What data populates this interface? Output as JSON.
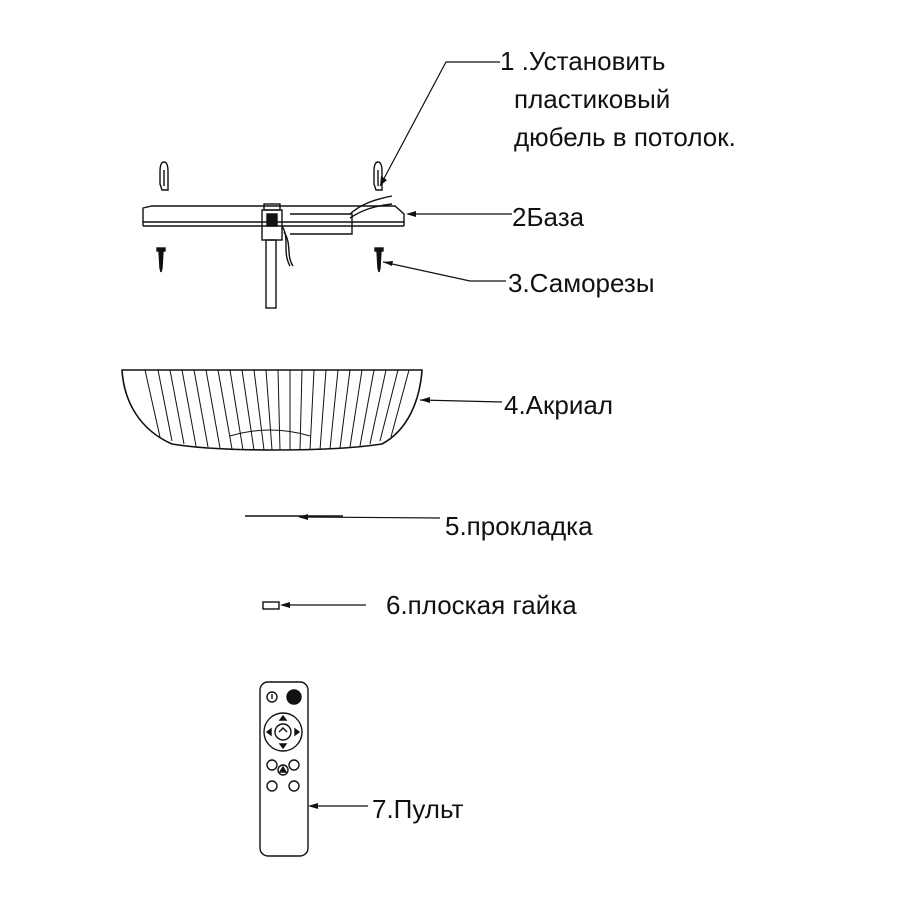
{
  "callouts": {
    "c1": {
      "line1": "1 .Установить",
      "line2": "пластиковый",
      "line3": "дюбель в потолок."
    },
    "c2": "2База",
    "c3": "3.Саморезы",
    "c4": "4.Акриал",
    "c5": "5.прокладка",
    "c6": "6.плоская гайка",
    "c7": "7.Пульт"
  },
  "colors": {
    "ink": "#111111",
    "background": "#ffffff"
  }
}
